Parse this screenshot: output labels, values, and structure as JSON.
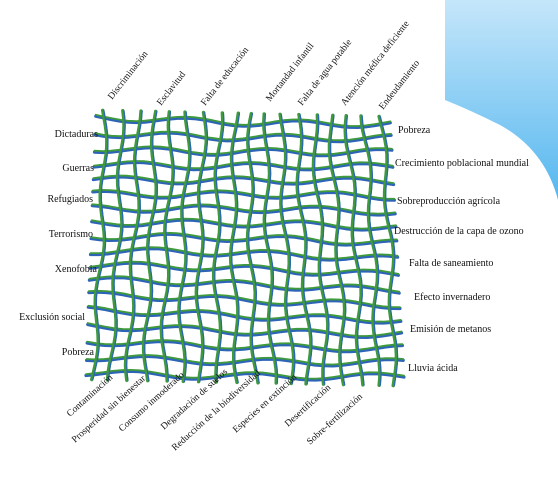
{
  "colors": {
    "thread_blue": "#2d64b8",
    "thread_green": "#3e9a3b",
    "corner_top": "#c5e6fa",
    "corner_bottom": "#55b7ef"
  },
  "labels": {
    "top": [
      "Discriminación",
      "Esclavitud",
      "Falta de educación",
      "Mortandad infantil",
      "Falta de agua potable",
      "Atención médica deficiente",
      "Endeudamiento"
    ],
    "left": [
      "Dictaduras",
      "Guerras",
      "Refugiados",
      "Terrorismo",
      "Xenofobia",
      "Exclusión social",
      "Pobreza"
    ],
    "right": [
      "Pobreza",
      "Crecimiento poblacional mundial",
      "Sobreproducción agrícola",
      "Destrucción de la capa de ozono",
      "Falta de saneamiento",
      "Efecto invernadero",
      "Emisión de metanos",
      "Lluvia ácida"
    ],
    "bottom": [
      "Contaminación",
      "Prosperidad sin bienestar",
      "Consumo inmoderado",
      "Degradación de suelos",
      "Reducción de la biodiversidad",
      "Especies en extinción",
      "Desertificación",
      "Sobre-fertilización"
    ]
  }
}
